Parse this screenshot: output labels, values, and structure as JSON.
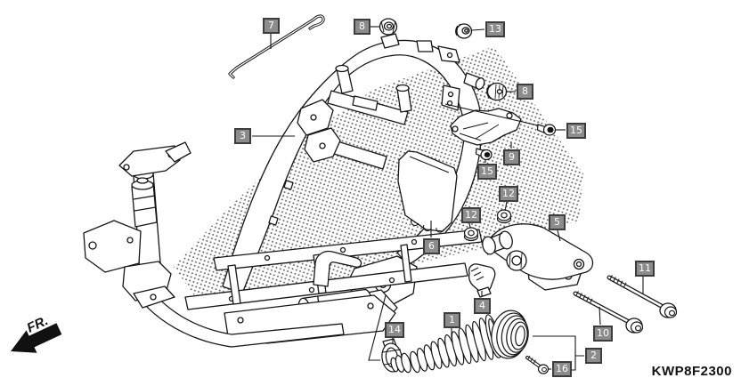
{
  "diagram": {
    "code": "KWP8F2300",
    "direction_indicator": "FR.",
    "background_color": "#ffffff",
    "line_color": "#151515"
  },
  "callout_style": {
    "fill": "#8c8c8c",
    "border": "#3d3d3d",
    "text_color": "#ffffff"
  },
  "callouts": [
    {
      "number": "7"
    },
    {
      "number": "8"
    },
    {
      "number": "13"
    },
    {
      "number": "8"
    },
    {
      "number": "15"
    },
    {
      "number": "3"
    },
    {
      "number": "9"
    },
    {
      "number": "15"
    },
    {
      "number": "12"
    },
    {
      "number": "12"
    },
    {
      "number": "5"
    },
    {
      "number": "6"
    },
    {
      "number": "11"
    },
    {
      "number": "4"
    },
    {
      "number": "1"
    },
    {
      "number": "14"
    },
    {
      "number": "10"
    },
    {
      "number": "2"
    },
    {
      "number": "16"
    }
  ]
}
